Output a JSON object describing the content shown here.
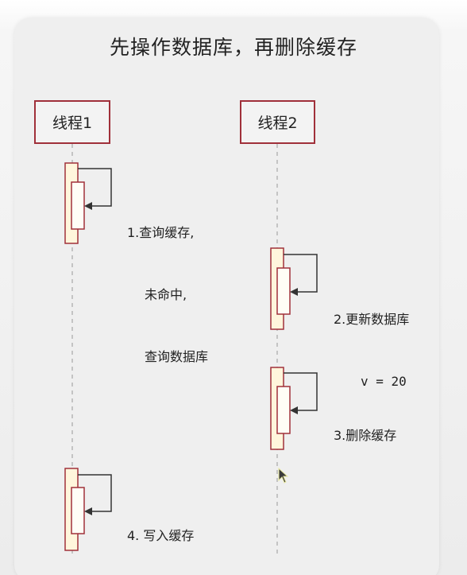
{
  "title": "先操作数据库，再删除缓存",
  "lifelines": [
    {
      "label": "线程1"
    },
    {
      "label": "线程2"
    }
  ],
  "steps": [
    {
      "line1": "1.查询缓存,",
      "line2": "未命中,",
      "line3": "查询数据库"
    },
    {
      "line1": "2.更新数据库",
      "line2": "v = 20"
    },
    {
      "line1": "3.删除缓存"
    },
    {
      "line1": "4. 写入缓存"
    }
  ],
  "colors": {
    "lifeline_border": "#a0303a",
    "activation_fill": "#fff6dc",
    "activation_stroke": "#a0303a",
    "arrow": "#333333",
    "card_bg": "#efefef"
  },
  "icons": [
    "mouse-cursor-icon"
  ]
}
